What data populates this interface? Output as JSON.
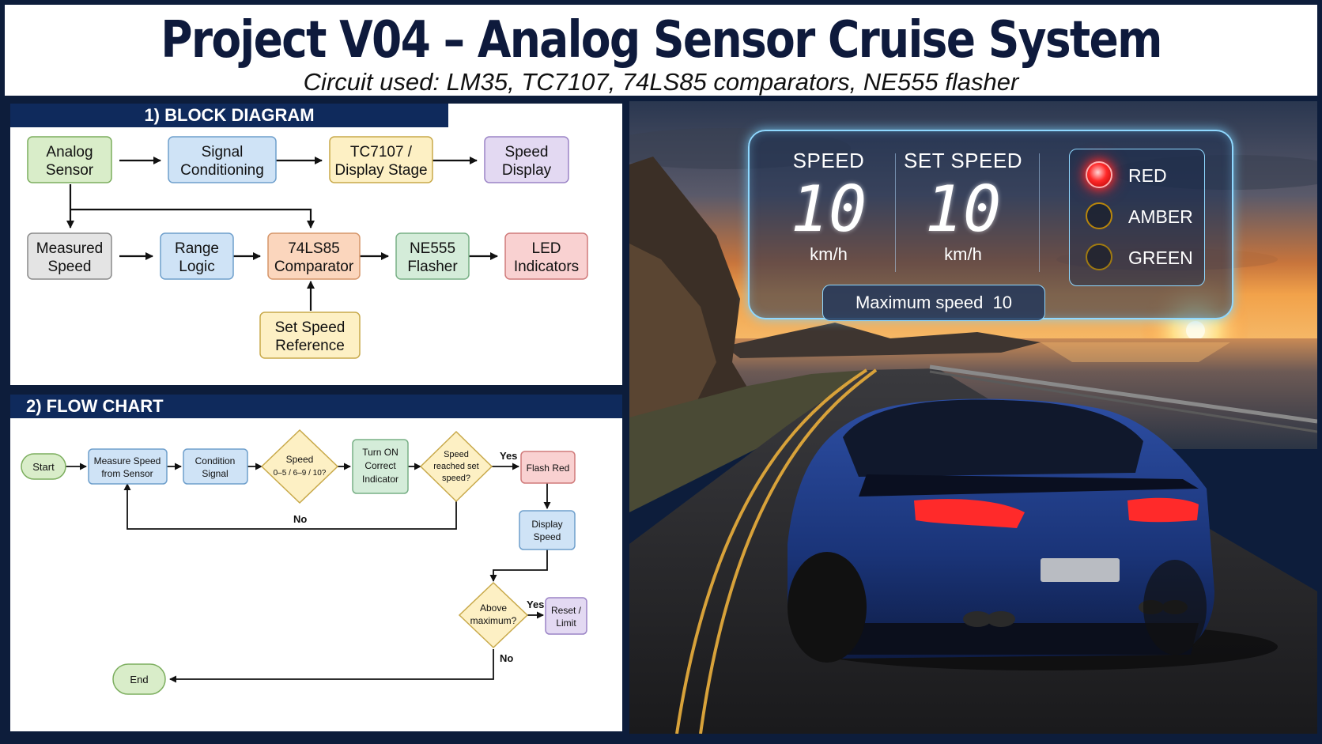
{
  "header": {
    "title": "Project V04 – Analog Sensor Cruise System",
    "subtitle": "Circuit used: LM35, TC7107, 74LS85 comparators, NE555 flasher"
  },
  "block_diagram": {
    "title": "1) BLOCK DIAGRAM",
    "nodes": {
      "analog_sensor": [
        "Analog",
        "Sensor"
      ],
      "signal_conditioning": [
        "Signal",
        "Conditioning"
      ],
      "display_stage": [
        "TC7107 /",
        "Display Stage"
      ],
      "speed_display": [
        "Speed",
        "Display"
      ],
      "measured_speed": [
        "Measured",
        "Speed"
      ],
      "range_logic": [
        "Range",
        "Logic"
      ],
      "comparator": [
        "74LS85",
        "Comparator"
      ],
      "flasher": [
        "NE555",
        "Flasher"
      ],
      "led_indicators": [
        "LED",
        "Indicators"
      ],
      "set_speed_reference": [
        "Set Speed",
        "Reference"
      ]
    }
  },
  "flow_chart": {
    "title": "2) FLOW CHART",
    "nodes": {
      "start": "Start",
      "measure_speed": [
        "Measure Speed",
        "from Sensor"
      ],
      "condition_signal": [
        "Condition",
        "Signal"
      ],
      "speed_decision": [
        "Speed",
        "0–5 / 6–9 / 10?"
      ],
      "turn_on_indicator": [
        "Turn ON",
        "Correct",
        "Indicator"
      ],
      "reached_decision": [
        "Speed",
        "reached set",
        "speed?"
      ],
      "flash_red": "Flash Red",
      "display_speed": [
        "Display",
        "Speed"
      ],
      "above_max_decision": [
        "Above",
        "maximum?"
      ],
      "reset_limit": [
        "Reset /",
        "Limit"
      ],
      "end": "End"
    },
    "branch_labels": {
      "reached_yes": "Yes",
      "reached_no": "No",
      "above_yes": "Yes",
      "above_no": "No"
    }
  },
  "hud": {
    "speed_label": "SPEED",
    "speed_value": "10",
    "speed_unit": "km/h",
    "set_label": "SET SPEED",
    "set_value": "10",
    "set_unit": "km/h",
    "lights": [
      {
        "label": "RED",
        "active": true,
        "color": "#ff2a2a"
      },
      {
        "label": "AMBER",
        "active": false,
        "color": "#b8860b"
      },
      {
        "label": "GREEN",
        "active": false,
        "color": "#a07a10"
      }
    ],
    "max_label": "Maximum speed",
    "max_value": "10"
  },
  "colors": {
    "navy": "#0f2a5c",
    "green_fill": "#d9edc9",
    "green_stroke": "#7cae5e",
    "blue_fill": "#cfe3f6",
    "blue_stroke": "#6e9fcc",
    "yellow_fill": "#fdf0c4",
    "yellow_stroke": "#c8a94a",
    "purple_fill": "#e3d9f2",
    "purple_stroke": "#9b84c6",
    "gray_fill": "#e4e4e4",
    "gray_stroke": "#8a8a8a",
    "orange_fill": "#fbd6bd",
    "orange_stroke": "#d6966a",
    "red_fill": "#f9d1d1",
    "red_stroke": "#d07a7a",
    "teal_fill": "#d4ecd9",
    "teal_stroke": "#78b086"
  }
}
